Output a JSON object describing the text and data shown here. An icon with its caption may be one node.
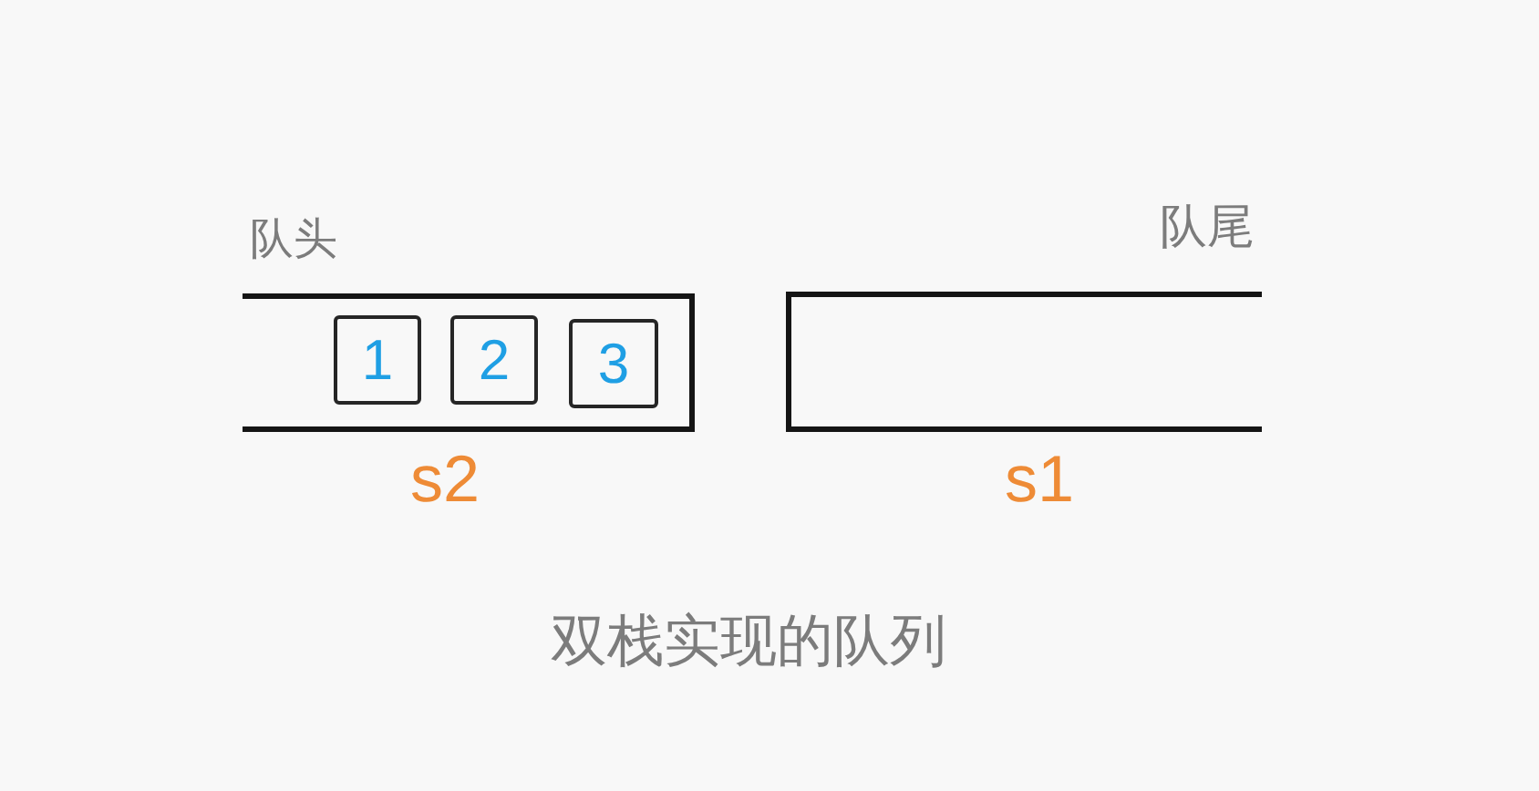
{
  "diagram": {
    "caption": "双栈实现的队列",
    "nodes": [
      {
        "text": [],
        "shape": "box",
        "beside": [
          "s2"
        ]
      },
      {
        "text": [
          "1"
        ],
        "in": 0
      },
      {
        "text": [
          "2"
        ],
        "in": 0
      },
      {
        "text": [
          "3"
        ],
        "in": 0
      },
      {
        "text": [],
        "shape": "box",
        "beside": [
          "s1"
        ]
      }
    ],
    "labels": [
      "队头",
      "队尾"
    ]
  }
}
